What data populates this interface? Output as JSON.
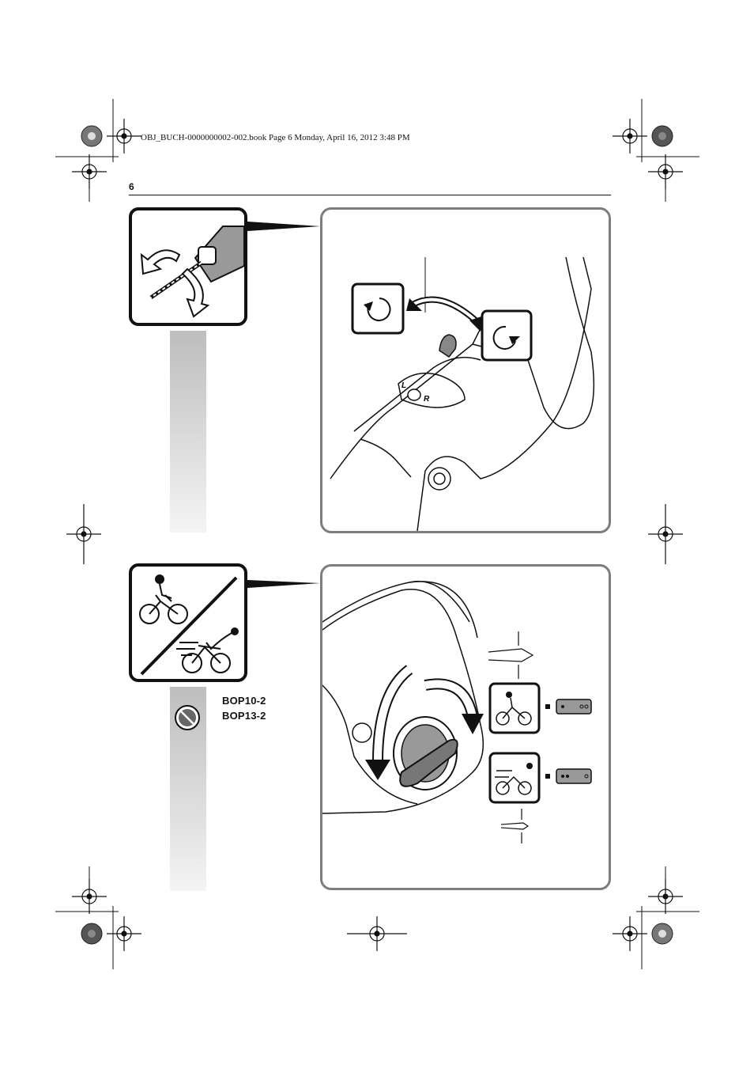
{
  "header": {
    "print_line": "OBJ_BUCH-0000000002-002.book  Page 6  Monday, April 16, 2012  3:48 PM",
    "page_number": "6"
  },
  "figure_top": {
    "switch_letters": {
      "left": "L",
      "right": "R"
    }
  },
  "figure_bottom": {
    "models": [
      "BOP10-2",
      "BOP13-2"
    ]
  }
}
